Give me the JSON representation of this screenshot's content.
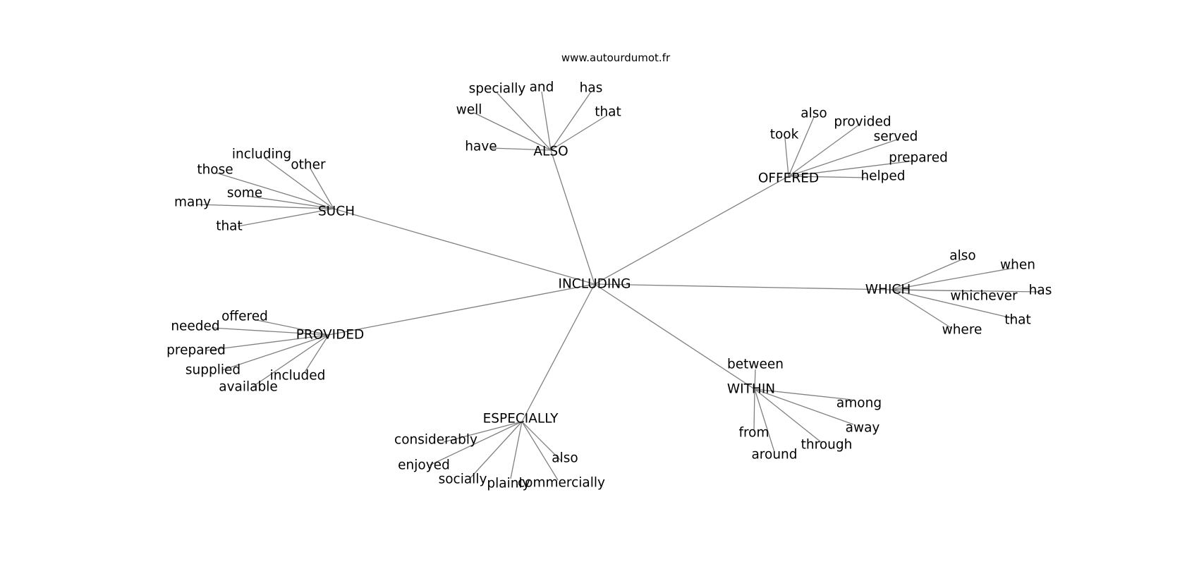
{
  "source": "www.autourdumot.fr",
  "colors": {
    "edge": "#808080",
    "text": "#000000",
    "background": "#ffffff"
  },
  "graph": {
    "center": "INCLUDING",
    "hubs": [
      {
        "label": "ALSO",
        "leaves": [
          "specially",
          "and",
          "has",
          "well",
          "that",
          "have"
        ]
      },
      {
        "label": "OFFERED",
        "leaves": [
          "also",
          "provided",
          "took",
          "served",
          "prepared",
          "helped"
        ]
      },
      {
        "label": "SUCH",
        "leaves": [
          "including",
          "those",
          "other",
          "some",
          "many",
          "that"
        ]
      },
      {
        "label": "WHICH",
        "leaves": [
          "also",
          "when",
          "whichever",
          "has",
          "that",
          "where"
        ]
      },
      {
        "label": "PROVIDED",
        "leaves": [
          "offered",
          "needed",
          "prepared",
          "supplied",
          "included",
          "available"
        ]
      },
      {
        "label": "WITHIN",
        "leaves": [
          "between",
          "among",
          "away",
          "from",
          "through",
          "around"
        ]
      },
      {
        "label": "ESPECIALLY",
        "leaves": [
          "considerably",
          "enjoyed",
          "also",
          "socially",
          "plainly",
          "commercially"
        ]
      }
    ]
  }
}
